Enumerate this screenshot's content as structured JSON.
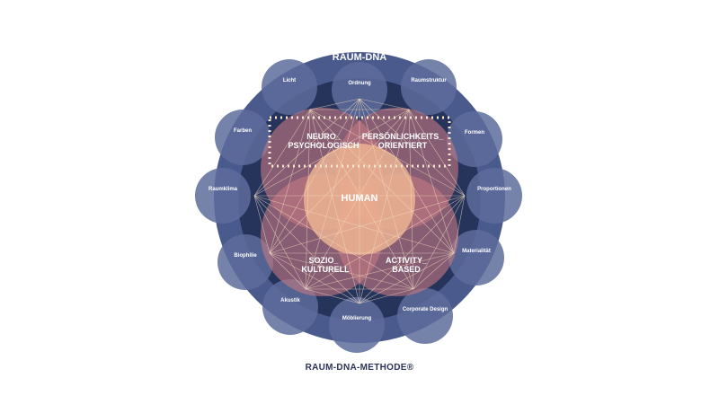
{
  "title": "RAUM-DNA",
  "caption": "RAUM-DNA-METHODE®",
  "nodes": [
    "Ordnung",
    "Raumstruktur",
    "Formen",
    "Proportionen",
    "Materialität",
    "Corporate Design",
    "Möblierung",
    "Akustik",
    "Biophilie",
    "Raumklima",
    "Farben",
    "Licht"
  ],
  "center": "HUMAN",
  "quadrants": [
    {
      "line1": "NEURO_",
      "line2": "PSYCHOLOGISCH"
    },
    {
      "line1": "PERSÖNLICHKEITS_",
      "line2": "ORIENTIERT"
    },
    {
      "line1": "SOZIO_",
      "line2": "KULTURELL"
    },
    {
      "line1": "ACTIVITY_",
      "line2": "BASED"
    }
  ],
  "colors": {
    "outer": "#4b5a8c",
    "ring": "#26345c",
    "node": "#5d6c9b",
    "pink": "#c77a82",
    "peach": "#f1b894",
    "line": "#f3dcc0"
  }
}
